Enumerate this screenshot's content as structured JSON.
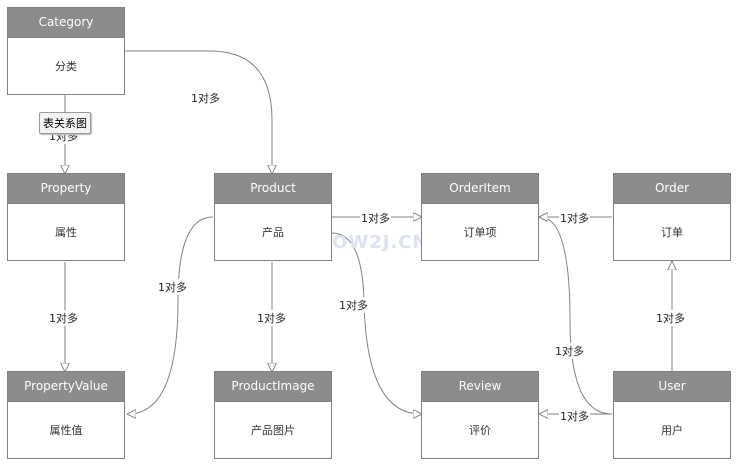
{
  "nodes": {
    "category": {
      "title": "Category",
      "subtitle": "分类"
    },
    "property": {
      "title": "Property",
      "subtitle": "属性"
    },
    "product": {
      "title": "Product",
      "subtitle": "产品"
    },
    "orderitem": {
      "title": "OrderItem",
      "subtitle": "订单项"
    },
    "order": {
      "title": "Order",
      "subtitle": "订单"
    },
    "propertyvalue": {
      "title": "PropertyValue",
      "subtitle": "属性值"
    },
    "productimage": {
      "title": "ProductImage",
      "subtitle": "产品图片"
    },
    "review": {
      "title": "Review",
      "subtitle": "评价"
    },
    "user": {
      "title": "User",
      "subtitle": "用户"
    }
  },
  "edges": {
    "category_product": "1对多",
    "category_property": "1对多",
    "property_propertyvalue": "1对多",
    "product_propertyvalue": "1对多",
    "product_productimage": "1对多",
    "product_orderitem": "1对多",
    "product_review": "1对多",
    "order_orderitem": "1对多",
    "user_orderitem": "1对多",
    "user_order": "1对多",
    "user_review": "1对多"
  },
  "tooltip": "表关系图",
  "watermark": "HOW2J.CN",
  "colors": {
    "header": "#8c8c8c",
    "border": "#808080",
    "edge": "#777777"
  }
}
